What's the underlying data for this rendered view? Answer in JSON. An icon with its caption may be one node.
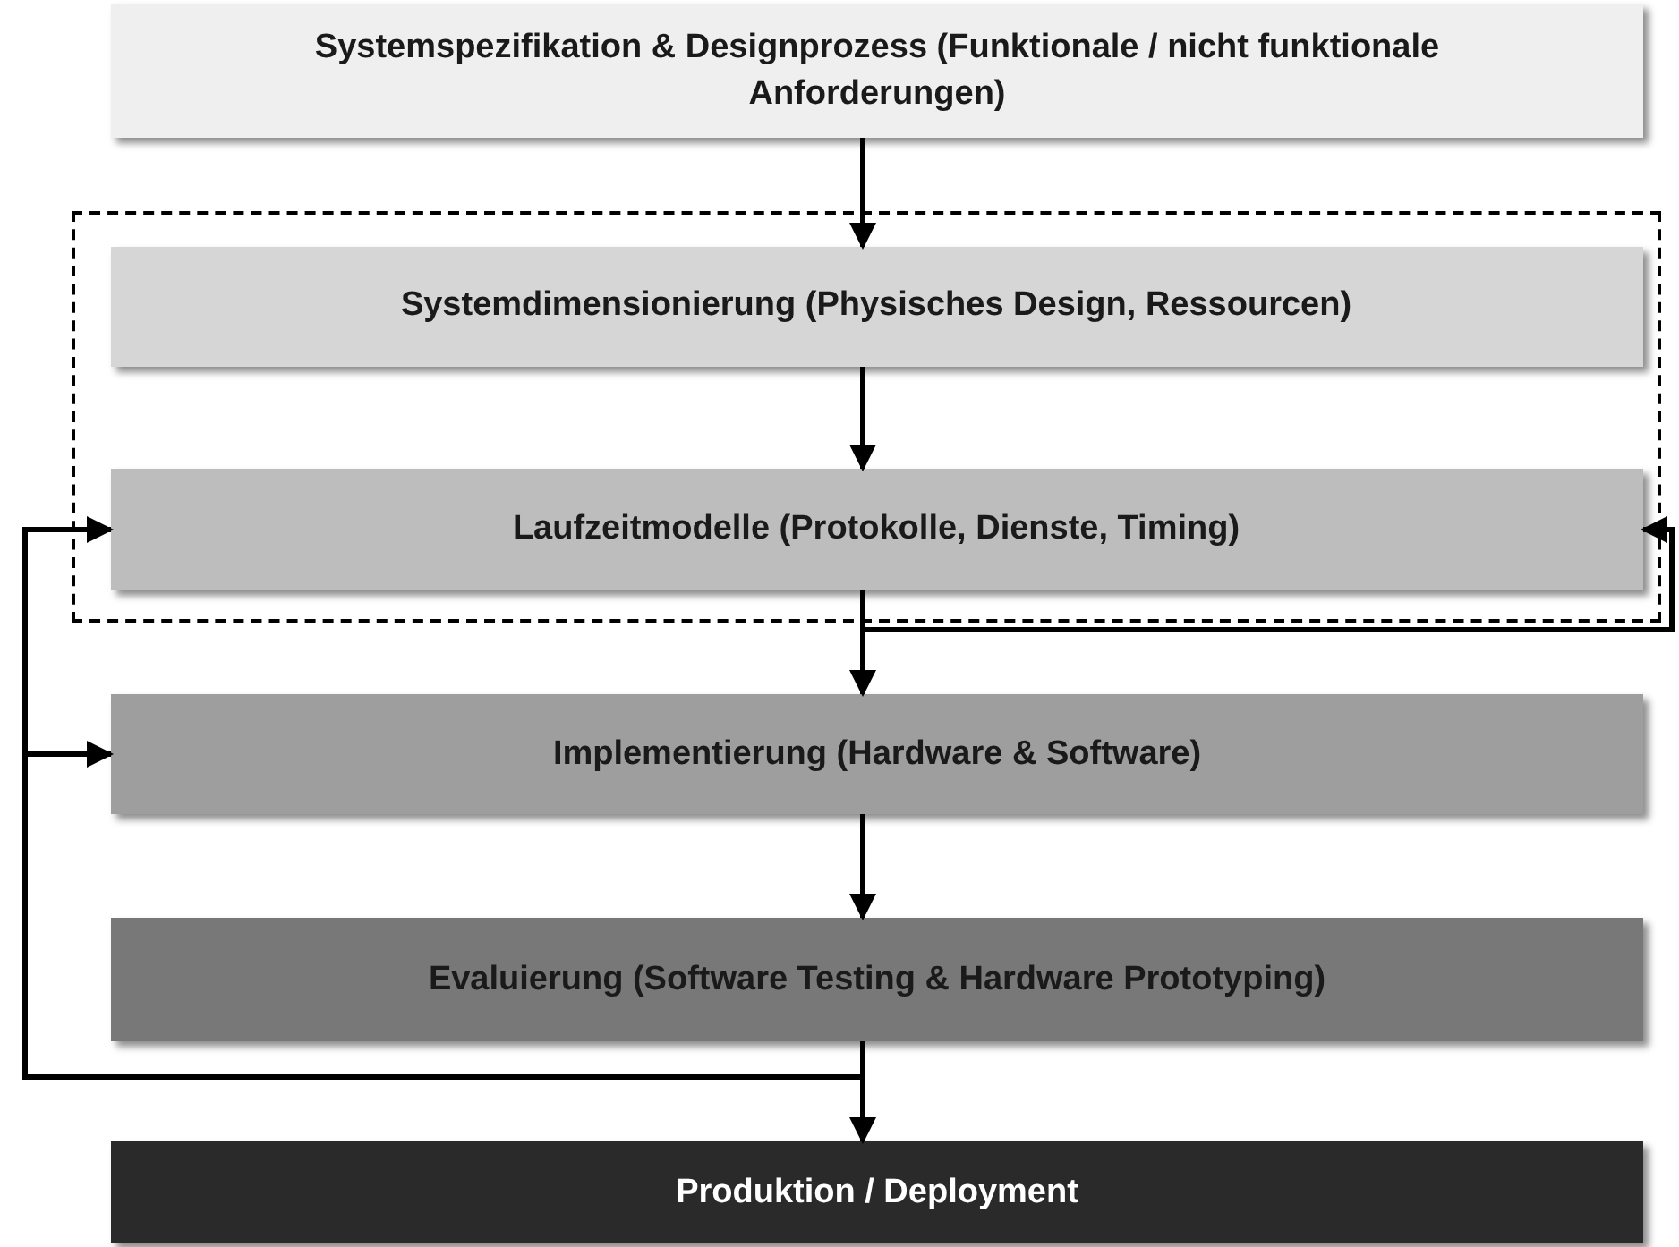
{
  "diagram": {
    "nodes": [
      {
        "text": [
          "Systemspezifikation & Designprozess (Funktionale / nicht funktionale Anforderungen)"
        ]
      },
      {
        "text": [],
        "shape": "box"
      },
      {
        "text": [
          "Systemdimensionierung (Physisches Design, Ressourcen)"
        ],
        "in": 1
      },
      {
        "text": [
          "Laufzeitmodelle (Protokolle, Dienste, Timing)"
        ],
        "in": 1
      },
      {
        "text": [
          "Implementierung (Hardware & Software)"
        ]
      },
      {
        "text": [
          "Evaluierung (Software Testing & Hardware Prototyping)"
        ]
      },
      {
        "text": [
          "Produktion / Deployment"
        ]
      }
    ],
    "edges": [
      {
        "from": 0,
        "to": 2,
        "arrow": "to"
      },
      {
        "from": 2,
        "to": 3,
        "arrow": "to"
      },
      {
        "from": 3,
        "to": 4,
        "arrow": "to"
      },
      {
        "from": 3,
        "to": 3,
        "arrow": "to"
      },
      {
        "from": 4,
        "to": 5,
        "arrow": "to"
      },
      {
        "from": 5,
        "to": 6,
        "arrow": "to"
      },
      {
        "from": 5,
        "to": 4,
        "arrow": "to"
      },
      {
        "from": 5,
        "to": 3,
        "arrow": "to"
      }
    ]
  }
}
